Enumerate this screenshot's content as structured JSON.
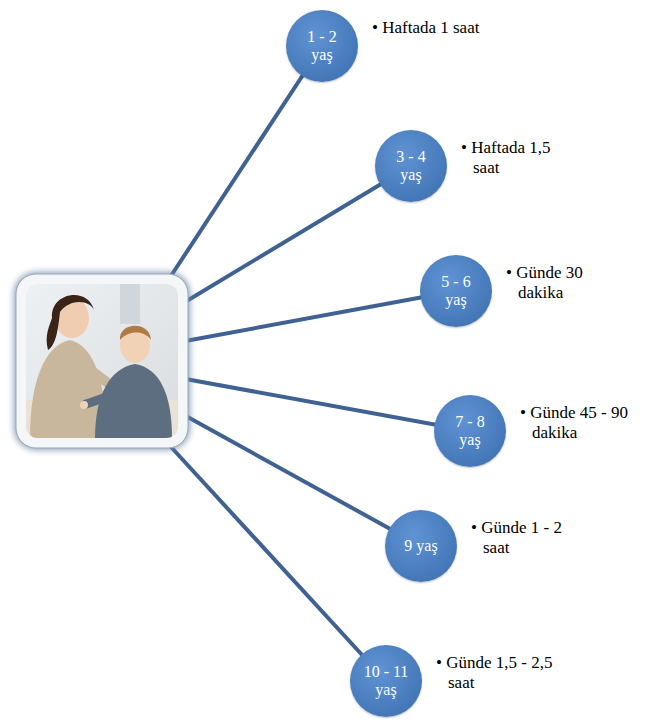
{
  "diagram": {
    "nodes": [
      {
        "text": [
          "1 - 2 yaş",
          "• Haftada 1 saat"
        ]
      },
      {
        "text": [
          "3 - 4 yaş",
          "• Haftada 1,5 saat"
        ]
      },
      {
        "text": [
          "5 - 6 yaş",
          "• Günde 30 dakika"
        ]
      },
      {
        "text": [
          "7 - 8 yaş",
          "• Günde 45 - 90 dakika"
        ]
      },
      {
        "text": [
          "9 yaş",
          "• Günde 1 - 2 saat"
        ]
      },
      {
        "text": [
          "10 - 11 yaş",
          "• Günde 1,5 - 2,5 saat"
        ]
      }
    ]
  }
}
